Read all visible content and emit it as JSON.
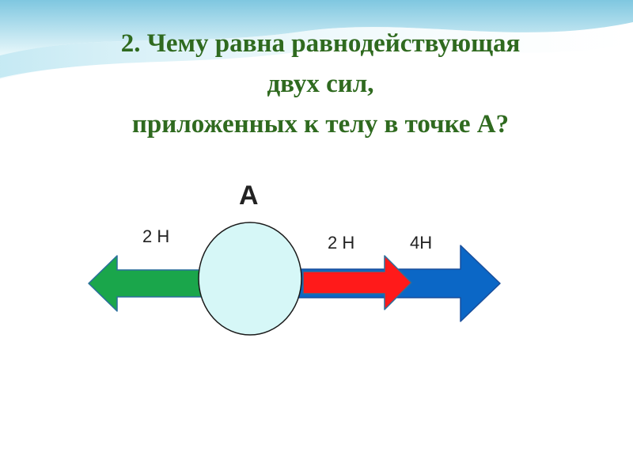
{
  "slide": {
    "title_lines": [
      "2. Чему равна равнодействующая",
      "двух сил,",
      "приложенных к телу в точке А?"
    ]
  },
  "diagram": {
    "point_label": "А",
    "forces": [
      {
        "label": "2 Н",
        "direction": "left",
        "color": "#1aa64b"
      },
      {
        "label": "2 Н",
        "direction": "right",
        "color": "#ff1a1a"
      },
      {
        "label": "4Н",
        "direction": "right",
        "color": "#0b67c6"
      }
    ],
    "body_color": "#d6f7f7"
  },
  "colors": {
    "title": "#2f6a1f",
    "wave_light": "#cfeef6",
    "wave_mid": "#8fd0e6"
  }
}
